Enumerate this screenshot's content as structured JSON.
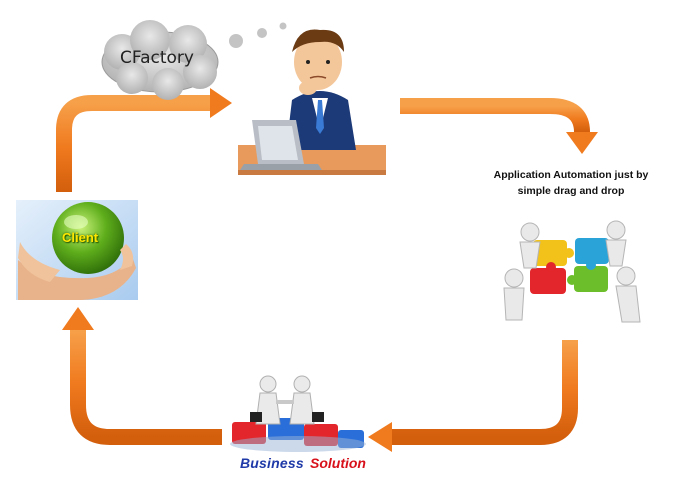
{
  "cloud_label": "CFactory",
  "automation_caption": "Application  Automation just by simple drag and drop",
  "client_label": "Client",
  "business_label": "Business",
  "solution_label": "Solution",
  "colors": {
    "arrow": "#f07a1e",
    "arrow_dark": "#d35e0c",
    "cloud": "#c8c8c8",
    "business_text": "#1f3aa8",
    "solution_text": "#d8101a"
  }
}
